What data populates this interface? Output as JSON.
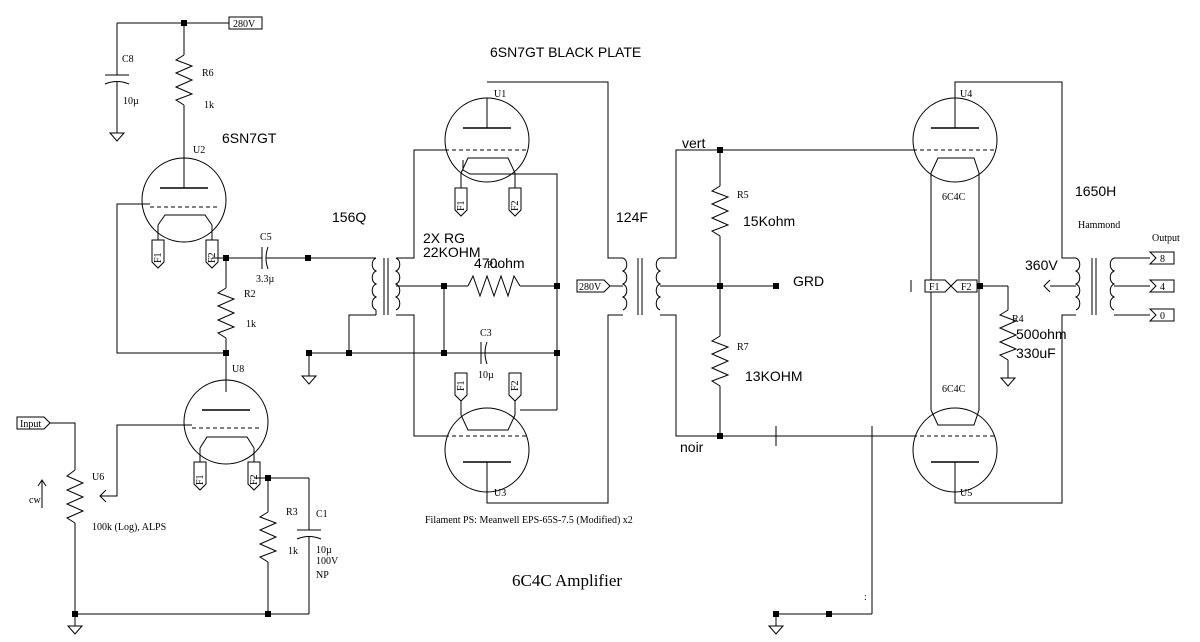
{
  "title": "6C4C Amplifier",
  "heading_driver": "6SN7GT BLACK PLATE",
  "tube_type_input": "6SN7GT",
  "filament_note": "Filament PS: Meanwell EPS-65S-7.5 (Modified) x2",
  "supply_labels": {
    "b_plus_top": "280V",
    "b_plus_mid": "280V",
    "b_plus_output": "360V"
  },
  "ports": {
    "input": "Input",
    "output": "Output",
    "out_taps": [
      "8",
      "4",
      "0"
    ]
  },
  "transformers": {
    "interstage": "156Q",
    "coupling": "124F",
    "output": "1650H",
    "output_maker": "Hammond"
  },
  "wire_labels": {
    "vert": "vert",
    "noir": "noir",
    "ground": "GRD"
  },
  "annotations": {
    "r1_note": "2X RG\n22KOHM",
    "r1_value": "470ohm",
    "r5_value": "15Kohm",
    "r7_value": "13KOHM",
    "r4_value": "500ohm",
    "cap4_value": "330uF"
  },
  "components": {
    "C8": {
      "ref": "C8",
      "value": "10µ"
    },
    "R6": {
      "ref": "R6",
      "value": "1k"
    },
    "U2": {
      "ref": "U2"
    },
    "C5": {
      "ref": "C5",
      "value": "3.3µ"
    },
    "R2": {
      "ref": "R2",
      "value": "1k"
    },
    "U8": {
      "ref": "U8"
    },
    "U6": {
      "ref": "U6",
      "value": "100k (Log), ALPS",
      "dir": "cw"
    },
    "R3": {
      "ref": "R3",
      "value": "1k"
    },
    "C1": {
      "ref": "C1",
      "value": "10µ\n100V\nNP"
    },
    "U1": {
      "ref": "U1"
    },
    "U3": {
      "ref": "U3"
    },
    "R1": {
      "ref": "R1"
    },
    "C3": {
      "ref": "C3",
      "value": "10µ"
    },
    "R5": {
      "ref": "R5"
    },
    "R7": {
      "ref": "R7"
    },
    "U4": {
      "ref": "U4",
      "type": "6C4C"
    },
    "U5": {
      "ref": "U5",
      "type": "6C4C"
    },
    "R4": {
      "ref": "R4"
    }
  },
  "filament_pins": {
    "f1": "F1",
    "f2": "F2"
  }
}
